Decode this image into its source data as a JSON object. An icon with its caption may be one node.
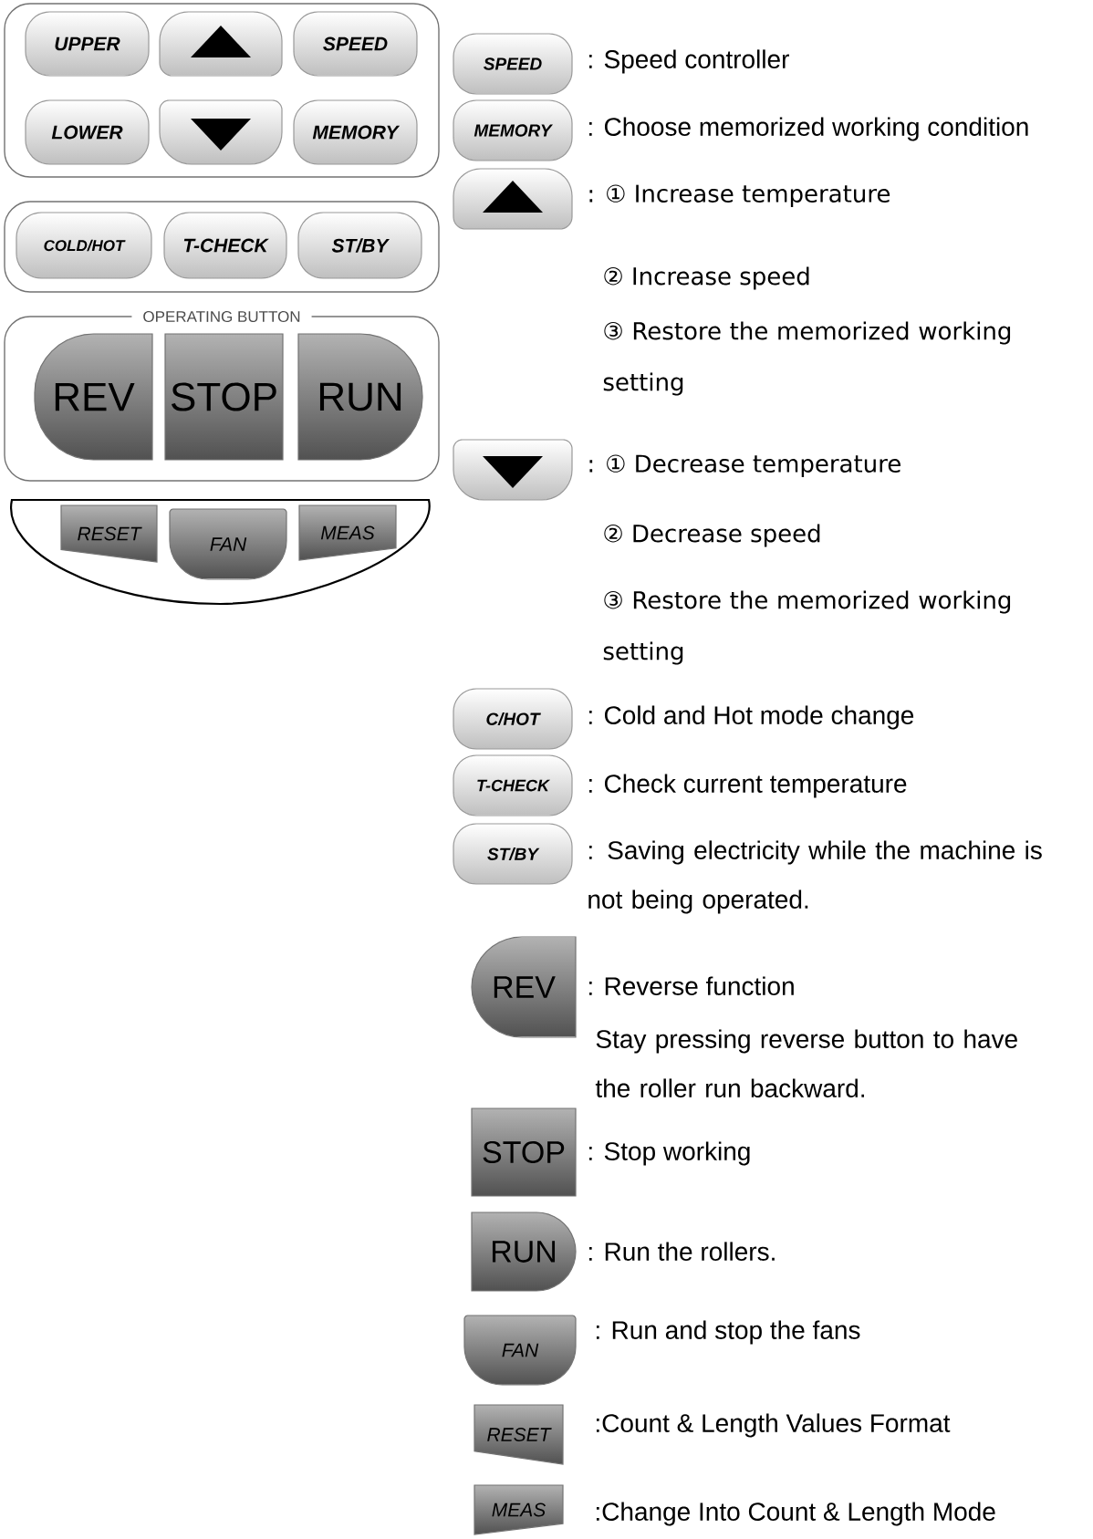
{
  "diagram": {
    "nodes": [
      {
        "text": [],
        "shape": "box"
      },
      {
        "text": [
          "UPPER"
        ],
        "in": 0
      },
      {
        "text": [],
        "shape": "button",
        "in": 0
      },
      {
        "text": [
          "SPEED"
        ],
        "in": 0
      },
      {
        "text": [
          "LOWER"
        ],
        "in": 0
      },
      {
        "text": [],
        "shape": "button",
        "in": 0
      },
      {
        "text": [
          "MEMORY"
        ],
        "in": 0
      },
      {
        "text": [],
        "shape": "box"
      },
      {
        "text": [
          "COLD/HOT"
        ],
        "in": 7
      },
      {
        "text": [
          "T-CHECK"
        ],
        "in": 7
      },
      {
        "text": [
          "ST/BY"
        ],
        "in": 7
      },
      {
        "text": [
          "OPERATING BUTTON"
        ]
      },
      {
        "text": [
          "REV"
        ],
        "in": 11
      },
      {
        "text": [
          "STOP"
        ],
        "in": 11
      },
      {
        "text": [
          "RUN"
        ],
        "in": 11
      },
      {
        "text": [],
        "shape": "box"
      },
      {
        "text": [
          "RESET"
        ],
        "in": 15
      },
      {
        "text": [
          "FAN"
        ],
        "in": 15
      },
      {
        "text": [
          "MEAS"
        ],
        "in": 15
      },
      {
        "text": [
          "SPEED"
        ],
        "beside": [
          ": Speed controller"
        ]
      },
      {
        "text": [
          "MEMORY"
        ],
        "beside": [
          ": Choose memorized working condition"
        ]
      },
      {
        "text": [],
        "shape": "button",
        "beside": [
          ": ① Increase temperature",
          "② Increase speed",
          "③ Restore the memorized working setting"
        ]
      },
      {
        "text": [],
        "shape": "button",
        "beside": [
          ": ① Decrease temperature",
          "② Decrease speed",
          "③ Restore the memorized working setting"
        ]
      },
      {
        "text": [
          "C/HOT"
        ],
        "beside": [
          ": Cold and Hot mode change"
        ]
      },
      {
        "text": [
          "T-CHECK"
        ],
        "beside": [
          ": Check current temperature"
        ]
      },
      {
        "text": [
          "ST/BY"
        ],
        "beside": [
          ": Saving electricity while the machine is not being operated."
        ]
      },
      {
        "text": [
          "REV"
        ],
        "beside": [
          ": Reverse function",
          "Stay pressing reverse button to have the roller run backward."
        ]
      },
      {
        "text": [
          "STOP"
        ],
        "beside": [
          ": Stop working"
        ]
      },
      {
        "text": [
          "RUN"
        ],
        "beside": [
          ": Run the rollers."
        ]
      },
      {
        "text": [
          "FAN"
        ],
        "beside": [
          ": Run and stop the fans"
        ]
      },
      {
        "text": [
          "RESET"
        ],
        "beside": [
          ":Count & Length Values Format"
        ]
      },
      {
        "text": [
          "MEAS"
        ],
        "beside": [
          ":Change Into Count & Length Mode"
        ]
      }
    ]
  }
}
